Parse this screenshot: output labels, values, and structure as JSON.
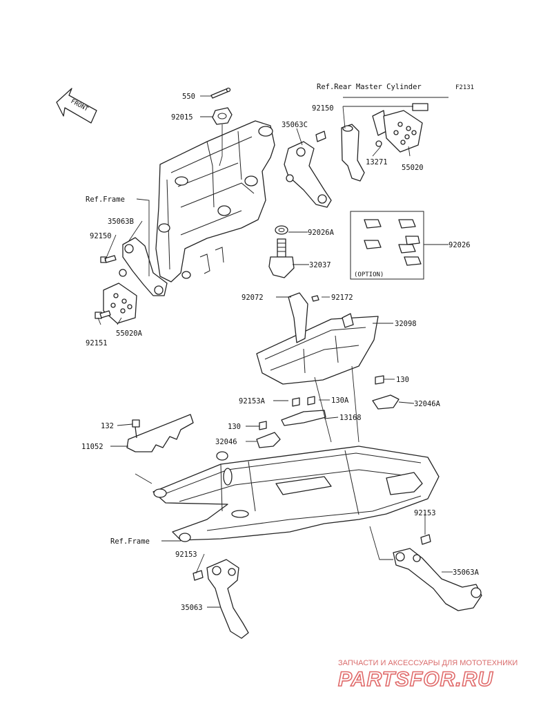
{
  "diagram": {
    "front_marker": "FRONT",
    "figure_code": "F2131",
    "refs": {
      "rear_master_cylinder": "Ref.Rear Master Cylinder",
      "frame_top": "Ref.Frame",
      "frame_bottom": "Ref.Frame"
    },
    "option_label": "(OPTION)",
    "parts": {
      "p550": "550",
      "p92015": "92015",
      "p35063C": "35063C",
      "p92150_top": "92150",
      "p13271": "13271",
      "p55020": "55020",
      "p35063B": "35063B",
      "p92150_left": "92150",
      "p92026A": "92026A",
      "p92026": "92026",
      "p32037": "32037",
      "p55020A": "55020A",
      "p92151": "92151",
      "p92072": "92072",
      "p92172": "92172",
      "p32098": "32098",
      "p130_right": "130",
      "p92153A": "92153A",
      "p130A": "130A",
      "p32046A": "32046A",
      "p13168": "13168",
      "p132": "132",
      "p130_mid": "130",
      "p32046": "32046",
      "p11052": "11052",
      "p92153_right": "92153",
      "p92153_left": "92153",
      "p35063A": "35063A",
      "p35063": "35063"
    }
  },
  "watermark": {
    "tagline": "ЗАПЧАСТИ И АКСЕССУАРЫ ДЛЯ МОТОТЕХНИКИ",
    "brand": "PARTSFOR.RU",
    "color": "#e06a6a"
  }
}
